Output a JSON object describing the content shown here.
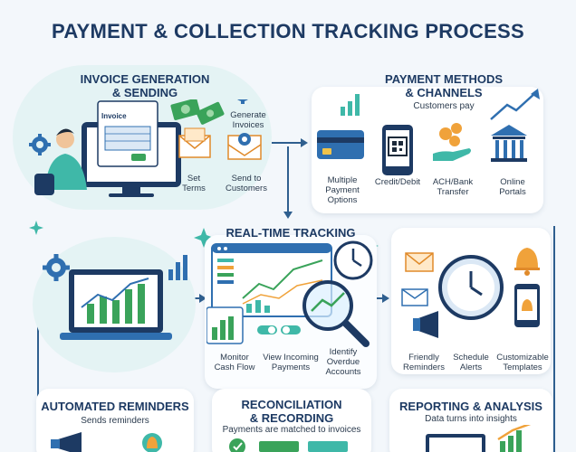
{
  "title": "PAYMENT & COLLECTION TRACKING PROCESS",
  "invoice": {
    "title_line1": "INVOICE GENERATION",
    "title_line2": "& SENDING",
    "doc_label": "Invoice",
    "labels": {
      "generate_line1": "Generate",
      "generate_line2": "Invoices",
      "set_line1": "Set",
      "set_line2": "Terms",
      "send_line1": "Send to",
      "send_line2": "Customers"
    }
  },
  "payment_methods": {
    "title_line1": "PAYMENT METHODS",
    "title_line2": "& CHANNELS",
    "subtitle": "Customers pay",
    "labels": {
      "multiple_line1": "Multiple",
      "multiple_line2": "Payment",
      "multiple_line3": "Options",
      "credit": "Credit/Debit",
      "ach_line1": "ACH/Bank",
      "ach_line2": "Transfer",
      "online_line1": "Online",
      "online_line2": "Portals"
    }
  },
  "tracking": {
    "title": "REAL-TIME TRACKING",
    "labels": {
      "monitor_line1": "Monitor",
      "monitor_line2": "Cash Flow",
      "view_line1": "View Incoming",
      "view_line2": "Payments",
      "identify_line1": "Identify",
      "identify_line2": "Overdue",
      "identify_line3": "Accounts"
    }
  },
  "reminders_tools": {
    "labels": {
      "friendly_line1": "Friendly",
      "friendly_line2": "Reminders",
      "schedule_line1": "Schedule",
      "schedule_line2": "Alerts",
      "custom_line1": "Customizable",
      "custom_line2": "Templates"
    }
  },
  "automated": {
    "title": "AUTOMATED REMINDERS",
    "subtitle": "Sends reminders"
  },
  "reconciliation": {
    "title_line1": "RECONCILIATION",
    "title_line2": "& RECORDING",
    "subtitle": "Payments are matched to invoices"
  },
  "reporting": {
    "title": "REPORTING & ANALYSIS",
    "subtitle": "Data turns into insights"
  },
  "colors": {
    "navy": "#1d3a63",
    "teal": "#3fb8a8",
    "green": "#3aa35a",
    "orange": "#f0a23a",
    "blue": "#2f6fb0"
  }
}
